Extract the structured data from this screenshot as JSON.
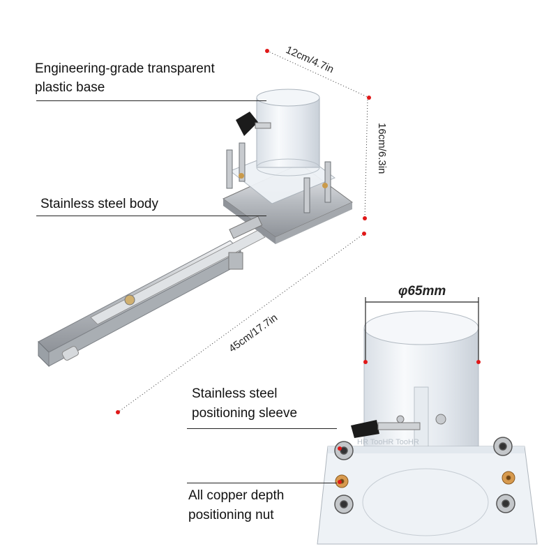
{
  "callouts": {
    "base": {
      "line1": "Engineering-grade transparent",
      "line2": "plastic base"
    },
    "body": {
      "text": "Stainless steel body"
    },
    "sleeve": {
      "line1": "Stainless steel",
      "line2": "positioning sleeve"
    },
    "nut": {
      "line1": "All copper depth",
      "line2": "positioning nut"
    }
  },
  "dimensions": {
    "width": "12cm/4.7in",
    "height": "16cm/6.3in",
    "length": "45cm/17.7in",
    "diameter": "φ65mm"
  },
  "watermark": "HR TooHR TooHR",
  "colors": {
    "dot": "#e01818",
    "line": "#222222",
    "steel": "#c9ccd0",
    "clear": "#e8edf2"
  }
}
